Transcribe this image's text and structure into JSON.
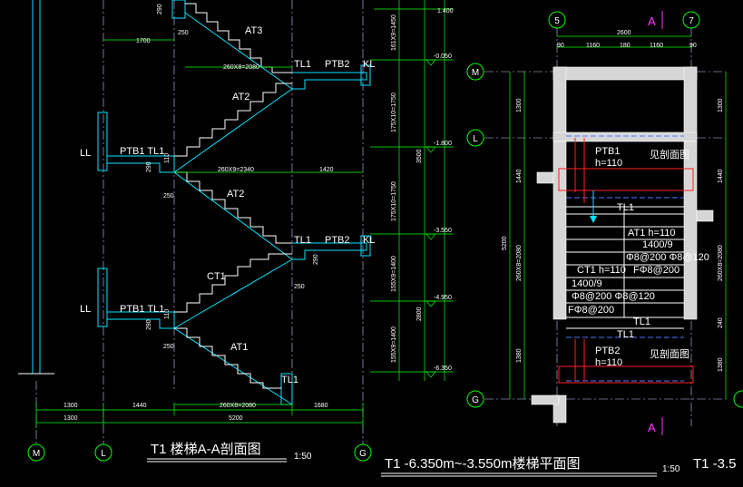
{
  "section": {
    "title": "T1 楼梯A-A剖面图",
    "scale": "1:50",
    "axes": [
      "M",
      "L",
      "G"
    ],
    "flight_labels": [
      "AT3",
      "AT2",
      "AT2",
      "CT1",
      "AT1"
    ],
    "beam_labels": {
      "tl1": "TL1",
      "ptb2": "PTB2",
      "kl": "KL",
      "ll": "LL",
      "ptb1": "PTB1",
      "ptb1_tl1": "PTB1 TL1"
    },
    "steps": {
      "s1": "260X8=2080",
      "s2": "260X9=2340",
      "s3": "260X8=2080",
      "total_right": "1420"
    },
    "dims_bottom_row1": [
      "1300",
      "1440",
      "260X8=2080",
      "1680"
    ],
    "dims_bottom_row2": [
      "1300",
      "5200"
    ],
    "dim_1700": "1700",
    "small_dims": [
      "250",
      "250",
      "250",
      "250",
      "290",
      "290",
      "290",
      "290",
      "110",
      "110"
    ],
    "elevations": [
      "1.400",
      "-0.050",
      "-1.800",
      "-3.550",
      "-4.950",
      "-6.350"
    ],
    "vertical_dims": [
      "161X9=1450",
      "175X10=1750",
      "175X10=1750",
      "155X9=1400",
      "155X9=1400",
      "3500",
      "2800"
    ]
  },
  "plan": {
    "title": "T1 -6.350m~-3.550m楼梯平面图",
    "scale": "1:50",
    "title_right_partial": "T1 -3.5",
    "axes_top": [
      "5",
      "7"
    ],
    "axes_left": [
      "M",
      "L",
      "G"
    ],
    "section_mark": "A",
    "top_dims": [
      "2600",
      "90",
      "1160",
      "180",
      "1160",
      "90"
    ],
    "left_dims": [
      "1300",
      "1440",
      "260X8=2080",
      "1380",
      "5200"
    ],
    "right_dims": [
      "1300",
      "1440",
      "260X8=2080",
      "240",
      "1380"
    ],
    "labels": {
      "ptb1": "PTB1",
      "h110_a": "h=110",
      "see_detail_a": "见剖面图",
      "tl1_a": "TL1",
      "at1": "AT1 h=110",
      "at1_steps": "1400/9",
      "at1_reinf1": "Φ8@200 Φ8@120",
      "ct1": "CT1 h=110",
      "ct1_reinf": "FΦ8@200",
      "ct1_steps": "1400/9",
      "ct1_reinf2": "Φ8@200 Φ8@120",
      "f_reinf": "FΦ8@200",
      "tl1_b": "TL1",
      "tl1_c": "TL1",
      "ptb2": "PTB2",
      "h110_b": "h=110",
      "see_detail_b": "见剖面图"
    }
  },
  "colors": {
    "background": "#000000",
    "stair": "#ffffff",
    "structure": "#00e5ff",
    "dimension": "#00ff00",
    "grid": "#c8c8ff",
    "wall_fill": "#d6d6d6",
    "rebar": "#ff2020",
    "section_mark": "#ff33ff"
  }
}
